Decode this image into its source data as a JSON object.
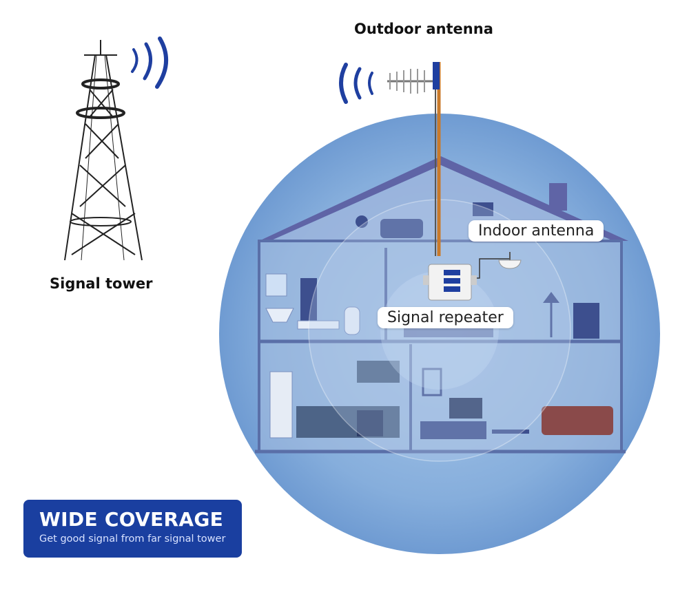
{
  "labels": {
    "outdoor_antenna": "Outdoor antenna",
    "signal_tower": "Signal tower",
    "indoor_antenna": "Indoor antenna",
    "signal_repeater": "Signal repeater"
  },
  "badge": {
    "title": "WIDE COVERAGE",
    "subtitle": "Get good signal from far signal tower"
  },
  "colors": {
    "coverage_outer": "#7fa6d6",
    "coverage_inner": "#a9c6e6",
    "house_outline": "#5a6fa8",
    "roof": "#6a6aa8",
    "badge_bg": "#1a3fa0",
    "wave": "#1f3fa0",
    "cable": "#c97a2b"
  },
  "icons": [
    "signal-tower-icon",
    "outdoor-antenna-icon",
    "signal-repeater-icon",
    "indoor-antenna-icon",
    "signal-wave-icon"
  ]
}
